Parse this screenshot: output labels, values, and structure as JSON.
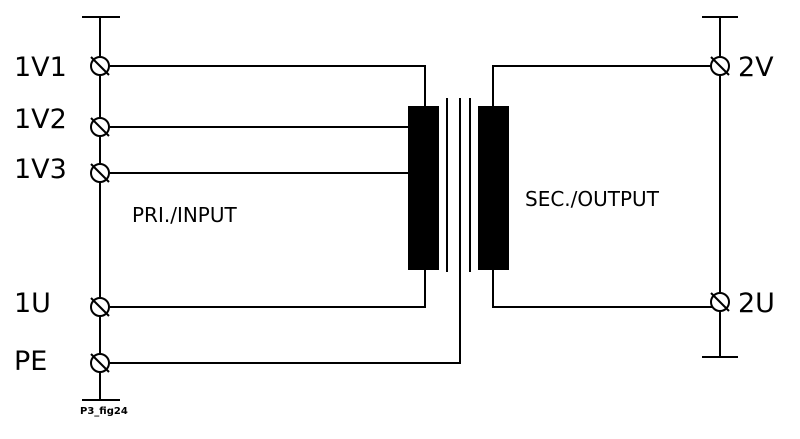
{
  "terminals": {
    "t1v1": "1V1",
    "t1v2": "1V2",
    "t1v3": "1V3",
    "t1u": "1U",
    "tpe": "PE",
    "t2v": "2V",
    "t2u": "2U"
  },
  "labels": {
    "primary": "PRI./INPUT",
    "secondary": "SEC./OUTPUT",
    "figure_id": "P3_fig24"
  }
}
